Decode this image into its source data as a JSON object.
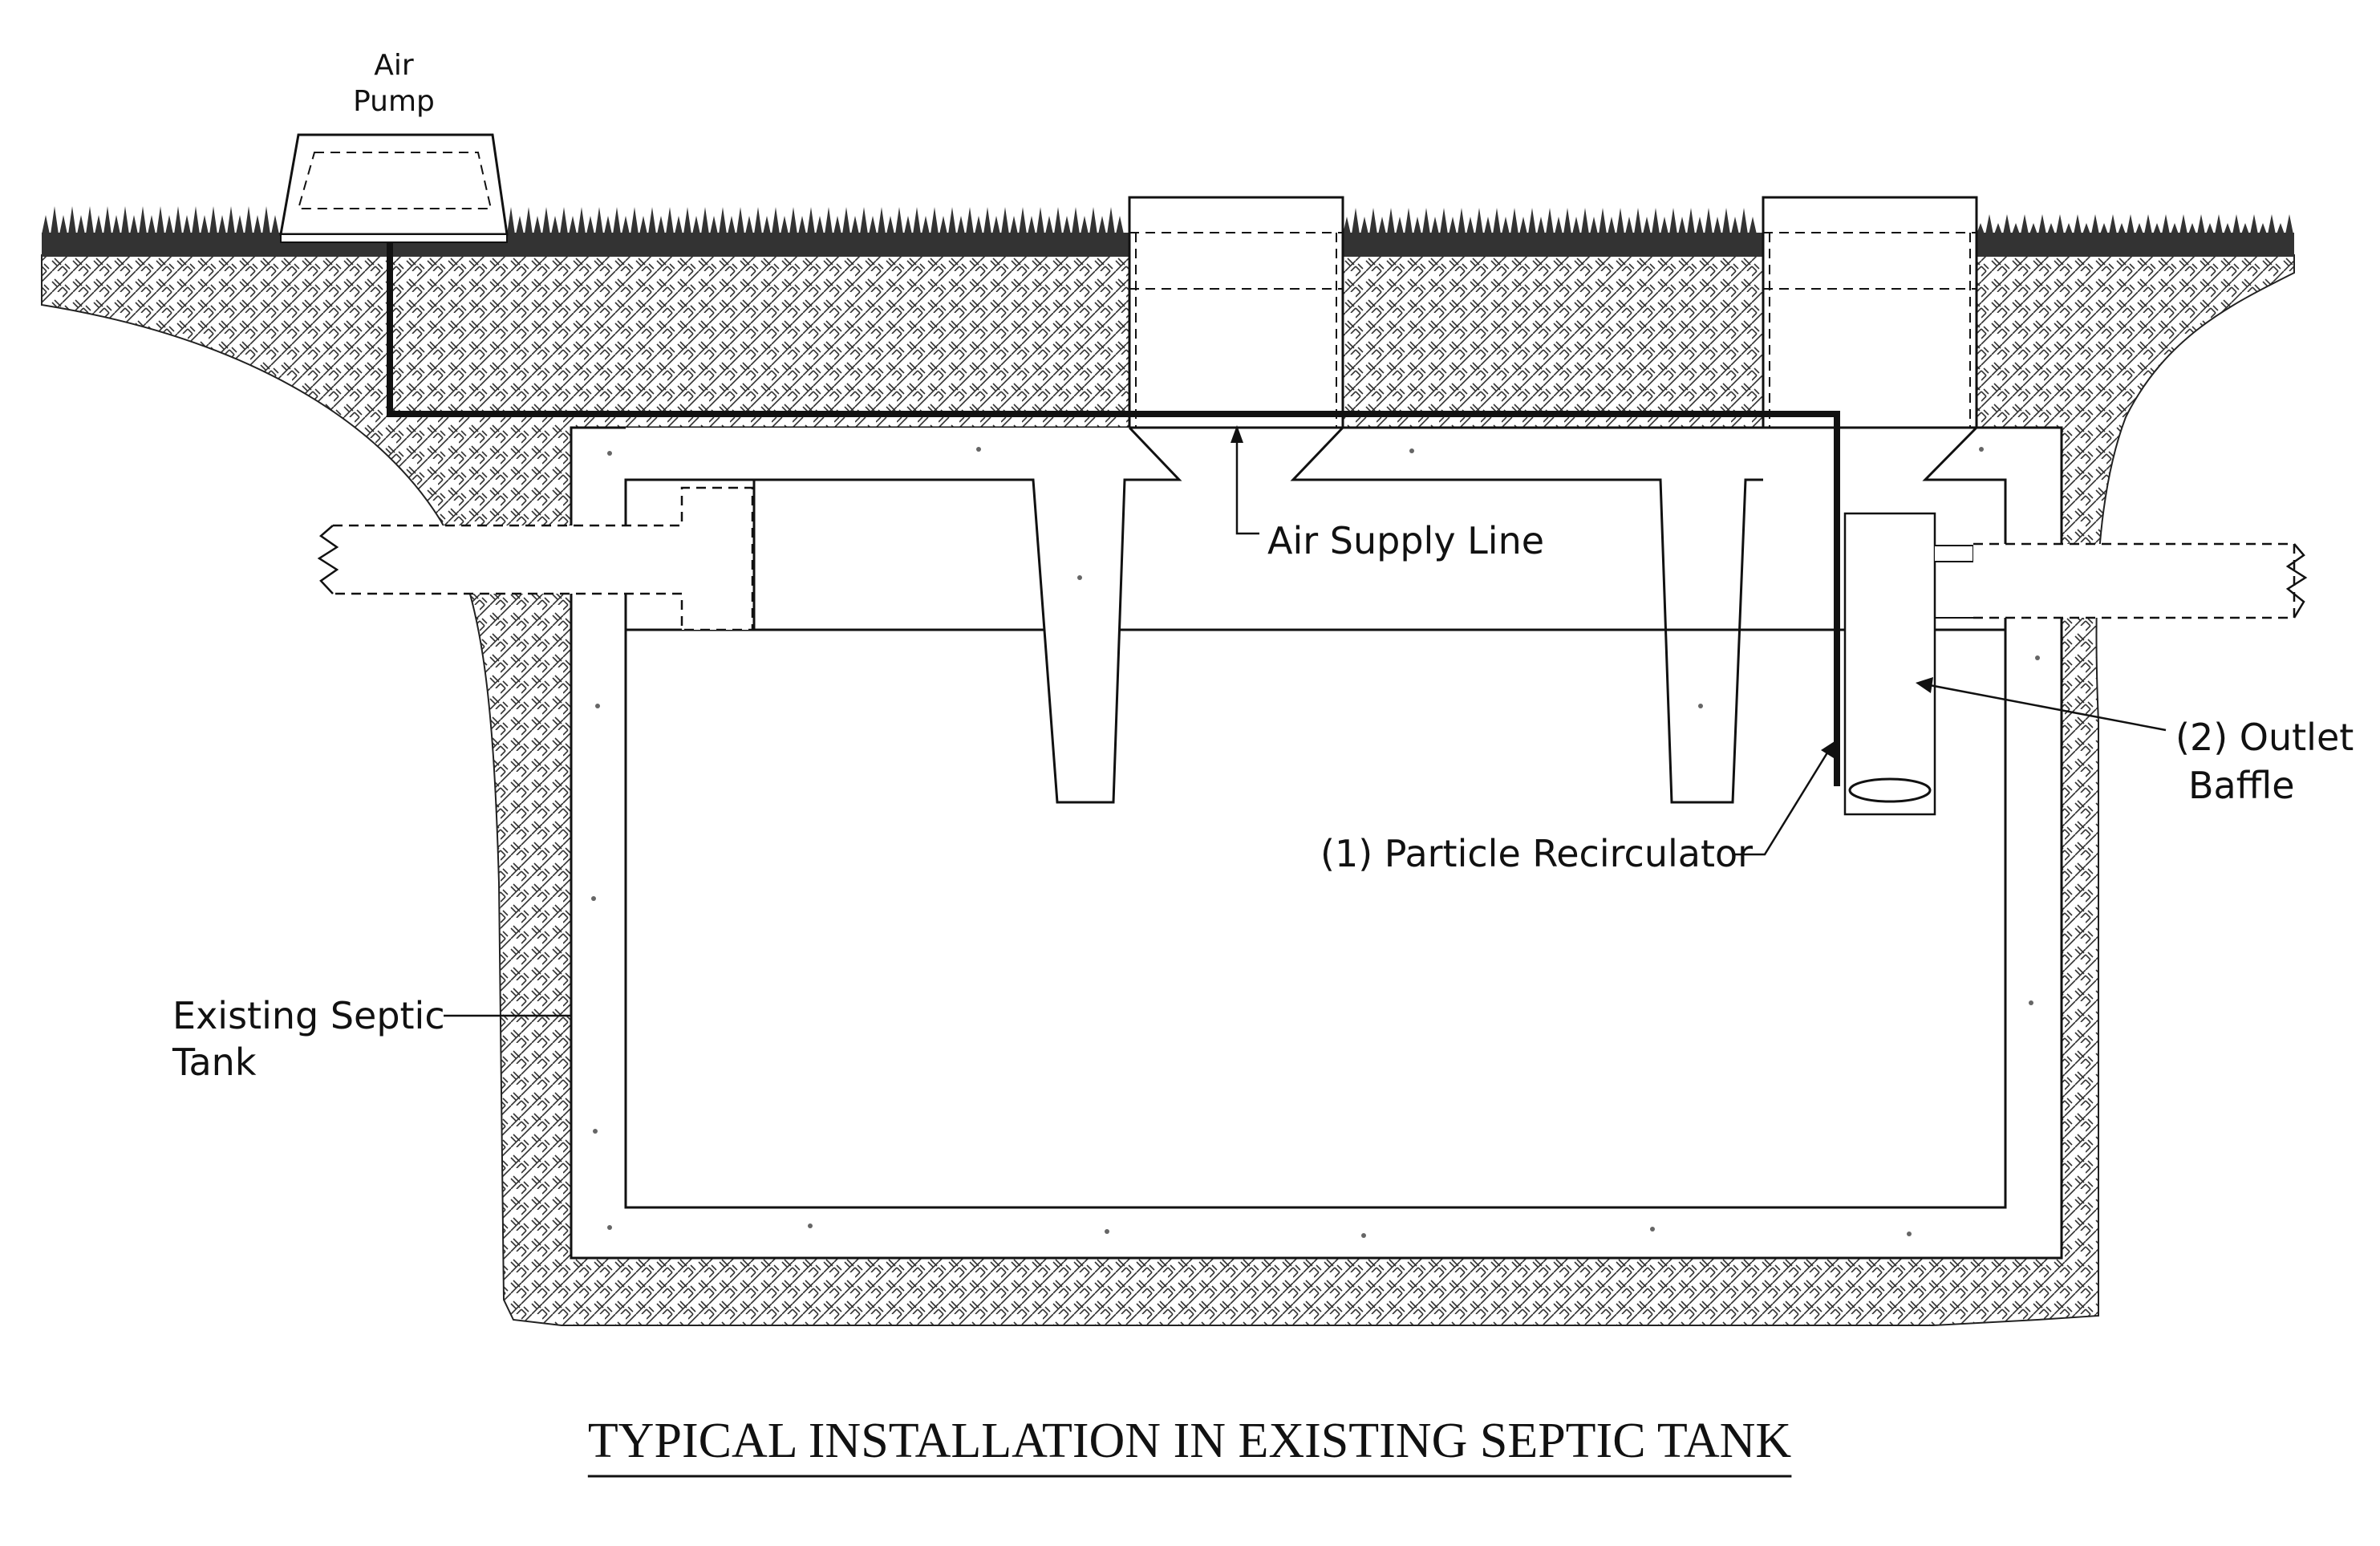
{
  "title": "TYPICAL INSTALLATION IN EXISTING SEPTIC TANK",
  "labels": {
    "air_pump_line1": "Air",
    "air_pump_line2": "Pump",
    "air_supply_line": "Air Supply Line",
    "outlet_baffle_line1": "(2) Outlet",
    "outlet_baffle_line2": "Baffle",
    "particle_recirculator": "(1) Particle Recirculator",
    "existing_tank_line1": "Existing Septic",
    "existing_tank_line2": "Tank"
  }
}
